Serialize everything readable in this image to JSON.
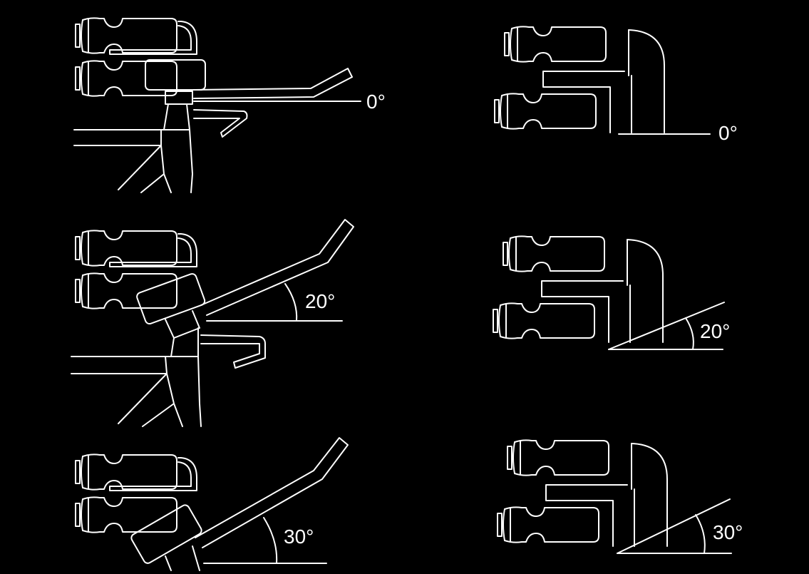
{
  "colors": {
    "background": "#000000",
    "line": "#ffffff"
  },
  "angles": {
    "row1": "0°",
    "row2": "20°",
    "row3": "30°"
  },
  "mount_tilts_deg": [
    0,
    20,
    30
  ]
}
